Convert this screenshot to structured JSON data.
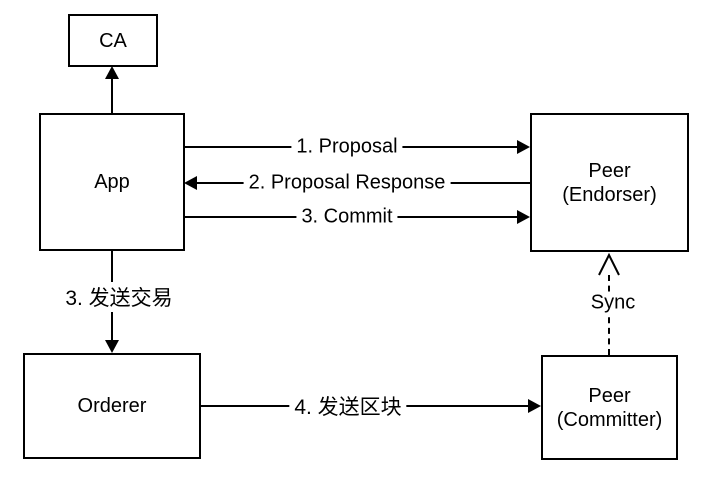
{
  "diagram_type": "flowchart",
  "colors": {
    "background": "#ffffff",
    "line": "#000000",
    "text": "#000000"
  },
  "nodes": {
    "ca": {
      "label": "CA"
    },
    "app": {
      "label": "App"
    },
    "peer_endorser": {
      "label": "Peer\n(Endorser)"
    },
    "orderer": {
      "label": "Orderer"
    },
    "peer_committer": {
      "label": "Peer\n(Committer)"
    }
  },
  "edges": {
    "proposal": {
      "label": "1. Proposal",
      "from": "App",
      "to": "Peer (Endorser)",
      "style": "solid-arrow-right"
    },
    "proposal_response": {
      "label": "2. Proposal Response",
      "from": "Peer (Endorser)",
      "to": "App",
      "style": "solid-arrow-left"
    },
    "commit": {
      "label": "3. Commit",
      "from": "App",
      "to": "Peer (Endorser)",
      "style": "solid-arrow-right"
    },
    "app_to_ca": {
      "label": "",
      "from": "App",
      "to": "CA",
      "style": "solid-arrow-up"
    },
    "send_transaction": {
      "label": "3. 发送交易",
      "from": "App",
      "to": "Orderer",
      "style": "solid-arrow-down"
    },
    "send_block": {
      "label": "4. 发送区块",
      "from": "Orderer",
      "to": "Peer (Committer)",
      "style": "solid-arrow-right"
    },
    "sync": {
      "label": "Sync",
      "from": "Peer (Committer)",
      "to": "Peer (Endorser)",
      "style": "dashed-open-arrow-up"
    }
  }
}
